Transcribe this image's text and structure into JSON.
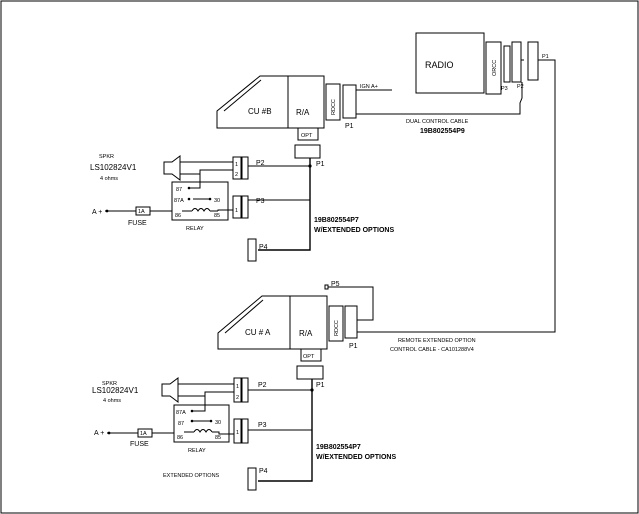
{
  "radio": {
    "label": "RADIO",
    "orcc_label": "ORCC"
  },
  "radio_plugs": {
    "p3": "P3",
    "p2": "P2",
    "p1": "P1"
  },
  "dual_cable": {
    "line1": "DUAL CONTROL CABLE",
    "line2": "19B802554P9"
  },
  "remote_cable": {
    "line1": "REMOTE EXTENDED OPTION",
    "line2": "CONTROL CABLE - CA101288V4"
  },
  "unit_b": {
    "cu_label": "CU #B",
    "ria_label": "R/A",
    "rdcc_label": "RDCC",
    "opt_label": "OPT",
    "ign_label": "IGN A+",
    "p1_rdcc": "P1",
    "p1_opt": "P1",
    "spkr": {
      "name": "SPKR",
      "model": "LS102824V1",
      "ohms": "4 ohms"
    },
    "p2": "P2",
    "p3": "P3",
    "p4": "P4",
    "pins": {
      "a": "1",
      "b": "2",
      "c": "1"
    },
    "relay": {
      "label": "RELAY",
      "t87": "87",
      "t87a": "87A",
      "t30": "30",
      "t86": "86",
      "t85": "85"
    },
    "a_plus": "A +",
    "fuse_value": "1A",
    "fuse": "FUSE",
    "harness_part": "19B802554P7",
    "harness_desc": "W/EXTENDED OPTIONS"
  },
  "unit_a": {
    "cu_label": "CU # A",
    "ria_label": "R/A",
    "rdcc_label": "RDCC",
    "opt_label": "OPT",
    "p5": "P5",
    "p1_rdcc": "P1",
    "p1_opt": "P1",
    "spkr": {
      "name": "SPKR",
      "model": "LS102824V1",
      "ohms": "4 ohms"
    },
    "p2": "P2",
    "p3": "P3",
    "p4": "P4",
    "pins": {
      "a": "1",
      "b": "2",
      "c": "1"
    },
    "relay": {
      "label": "RELAY",
      "t87a": "87A",
      "t87": "87",
      "t30": "30",
      "t86": "86",
      "t85": "85"
    },
    "a_plus": "A +",
    "fuse_value": "1A",
    "fuse": "FUSE",
    "harness_part": "19B802554P7",
    "harness_desc": "W/EXTENDED OPTIONS",
    "ext_options": "EXTENDED OPTIONS"
  }
}
